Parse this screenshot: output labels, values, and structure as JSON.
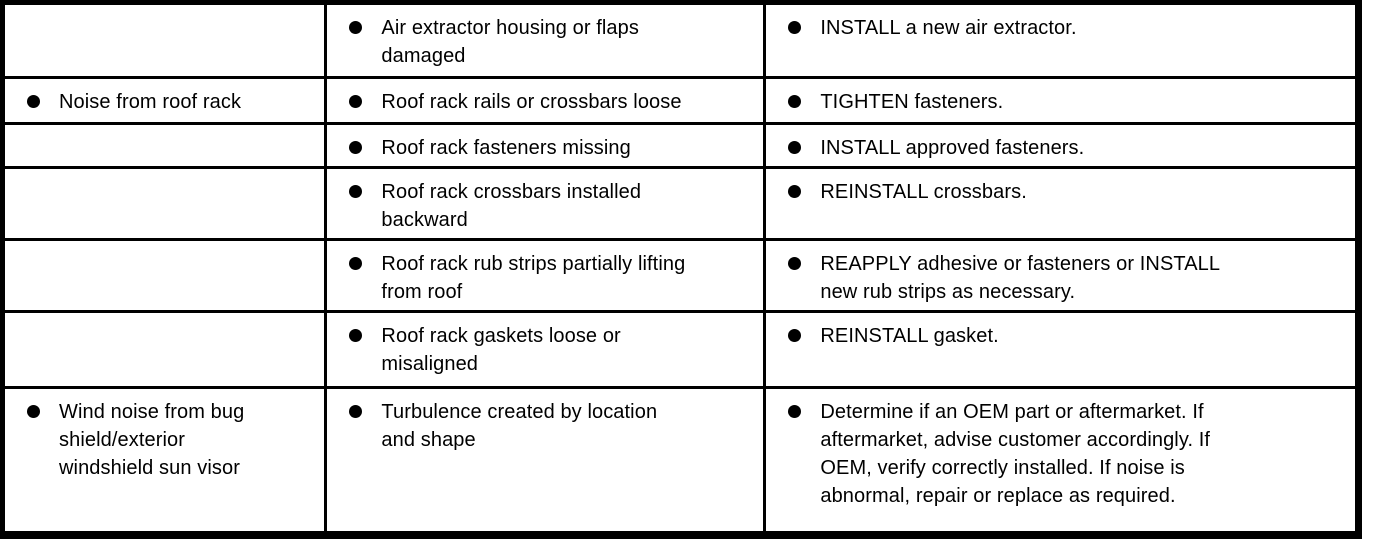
{
  "document": {
    "kind": "diagnosis-and-testing-table",
    "colors": {
      "background": "#ffffff",
      "text": "#000000",
      "border": "#000000"
    },
    "icons": {
      "bullet": "filled-circle-bullet"
    },
    "table": {
      "columns": [
        "condition",
        "possible_source",
        "action"
      ],
      "rows": [
        {
          "condition": "",
          "source": "Air extractor housing or flaps damaged",
          "action": "INSTALL a new air extractor."
        },
        {
          "condition": "Noise from roof rack",
          "source": "Roof rack rails or crossbars loose",
          "action": "TIGHTEN fasteners."
        },
        {
          "condition": "",
          "source": "Roof rack fasteners missing",
          "action": "INSTALL approved fasteners."
        },
        {
          "condition": "",
          "source": "Roof rack crossbars installed backward",
          "action": "REINSTALL crossbars."
        },
        {
          "condition": "",
          "source": "Roof rack rub strips partially lifting from roof",
          "action": "REAPPLY adhesive or fasteners or INSTALL new rub strips as necessary."
        },
        {
          "condition": "",
          "source": "Roof rack gaskets loose or misaligned",
          "action": "REINSTALL gasket."
        },
        {
          "condition": "Wind noise from bug shield/exterior windshield sun visor",
          "source": "Turbulence created by location and shape",
          "action": "Determine if an OEM part or aftermarket. If aftermarket, advise customer accordingly. If OEM, verify correctly installed. If noise is abnormal, repair or replace as required."
        }
      ]
    }
  }
}
